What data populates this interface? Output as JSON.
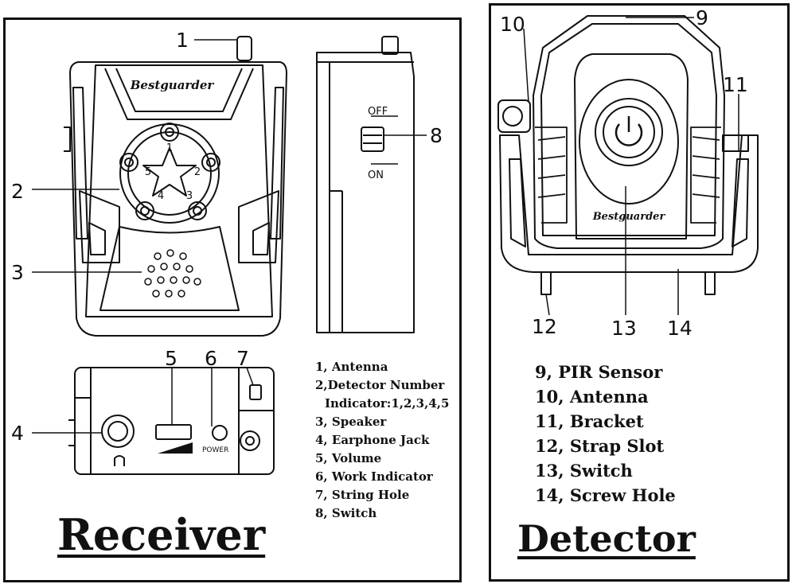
{
  "callouts": {
    "c1": "1",
    "c2": "2",
    "c3": "3",
    "c4": "4",
    "c5": "5",
    "c6": "6",
    "c7": "7",
    "c8": "8",
    "c9": "9",
    "c10": "10",
    "c11": "11",
    "c12": "12",
    "c13": "13",
    "c14": "14"
  },
  "receiver": {
    "brand": "Bestguarder",
    "indicator_numbers": [
      "1",
      "2",
      "3",
      "4",
      "5"
    ],
    "switch_off": "OFF",
    "switch_on": "ON",
    "power_label": "POWER",
    "legend": [
      "1, Antenna",
      "2,Detector Number",
      "Indicator:1,2,3,4,5",
      "3, Speaker",
      "4, Earphone Jack",
      "5, Volume",
      "6, Work Indicator",
      "7, String Hole",
      "8, Switch"
    ],
    "title": "Receiver"
  },
  "detector": {
    "brand": "Bestguarder",
    "legend": [
      "9,  PIR Sensor",
      "10, Antenna",
      "11, Bracket",
      "12, Strap Slot",
      "13, Switch",
      "14, Screw Hole"
    ],
    "title": "Detector"
  }
}
